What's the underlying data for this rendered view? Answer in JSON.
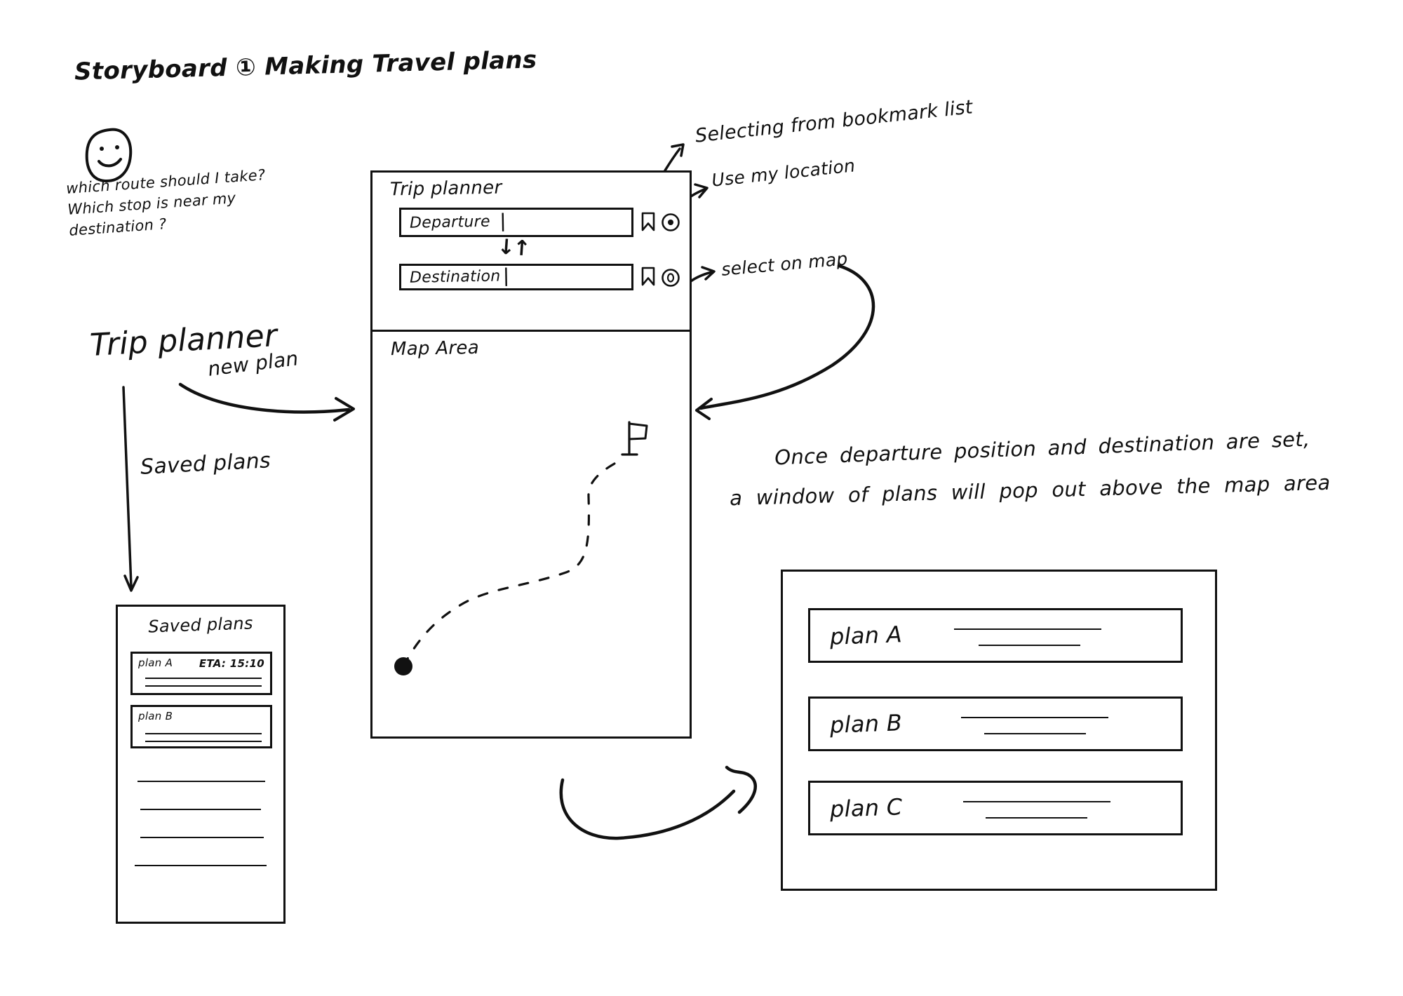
{
  "paper_color": "#ffffff",
  "ink_color": "#111111",
  "title": "Storyboard ① Making Travel plans",
  "persona": {
    "icon": "smiley-face-icon",
    "question_line1": "which route should I take?",
    "question_line2": "Which stop is near my",
    "question_line3": "destination ?"
  },
  "flow": {
    "app_label": "Trip planner",
    "new_plan_label": "new plan",
    "saved_plans_label": "Saved plans"
  },
  "planner": {
    "title": "Trip planner",
    "departure_value": "Departure",
    "destination_value": "Destination",
    "cursor": "|",
    "swap_glyph": "↓↑",
    "map_label": "Map Area",
    "icons": {
      "departure_bookmark": "bookmark-icon",
      "departure_gps": "use-my-location-icon",
      "destination_bookmark": "bookmark-icon",
      "destination_pick": "select-on-map-icon",
      "origin_marker": "origin-dot-icon",
      "destination_marker": "flag-pin-icon"
    }
  },
  "annotations": {
    "bookmark_list": "Selecting from bookmark list",
    "use_location": "Use my location",
    "select_on_map": "select on map",
    "popup_note_line1": "Once departure position and destination are set,",
    "popup_note_line2": "a window of plans will pop out above the map area"
  },
  "saved_plans": {
    "title": "Saved plans",
    "items": [
      {
        "label": "plan A",
        "eta": "ETA: 15:10"
      },
      {
        "label": "plan B",
        "eta": ""
      }
    ]
  },
  "plans_popup": {
    "items": [
      {
        "label": "plan A"
      },
      {
        "label": "plan B"
      },
      {
        "label": "plan C"
      }
    ]
  }
}
